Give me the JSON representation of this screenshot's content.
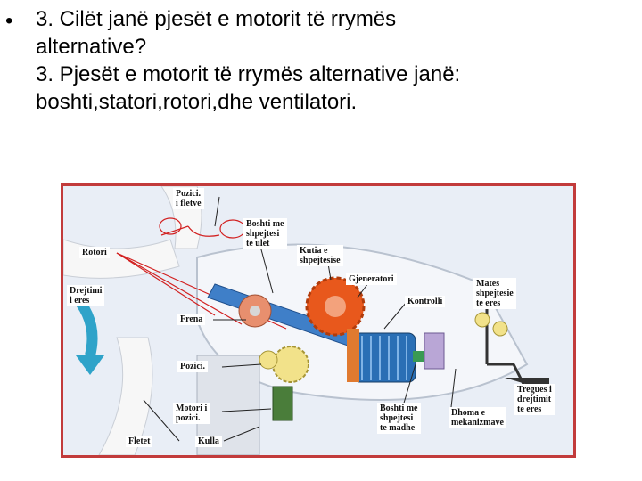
{
  "slide": {
    "bullet": "•",
    "lines": [
      "3. Cilët janë pjesët e motorit të rrymës",
      "alternative?",
      "3. Pjesët e motorit të rrymës alternative janë:",
      "boshti,statori,rotori,dhe ventilatori."
    ]
  },
  "figure": {
    "labels": {
      "pozici_flete": [
        "Pozici.",
        "i fletve"
      ],
      "boshti_ulet": [
        "Boshti me",
        "shpejtesi",
        "te ulet"
      ],
      "rotori": [
        "Rotori"
      ],
      "kutia": [
        "Kutia e",
        "shpejtesise"
      ],
      "gjeneratori": [
        "Gjeneratori"
      ],
      "mates": [
        "Mates",
        "shpejtesie",
        "te eres"
      ],
      "drejtimi": [
        "Drejtimi",
        "i eres"
      ],
      "kontrolli": [
        "Kontrolli"
      ],
      "frena": [
        "Frena"
      ],
      "pozici": [
        "Pozici."
      ],
      "tregues": [
        "Tregues i",
        "drejtimit",
        "te eres"
      ],
      "motori": [
        "Motori i",
        "pozici."
      ],
      "boshti_madhe": [
        "Boshti me",
        "shpejtesi",
        "te madhe"
      ],
      "dhoma": [
        "Dhoma e",
        "mekanizmave"
      ],
      "fletet": [
        "Fletet"
      ],
      "kulla": [
        "Kulla"
      ]
    },
    "colors": {
      "frame": "#c23b3b",
      "gear": "#e8581c",
      "generator": "#2a6fb5",
      "shaft": "#3f7fc8",
      "arrow": "#2fa3c9",
      "leader": "#d22020"
    }
  }
}
